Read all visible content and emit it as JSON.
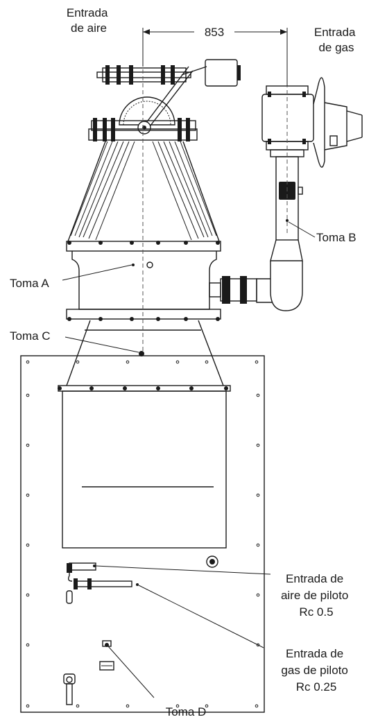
{
  "labels": {
    "air_inlet": [
      "Entrada",
      "de aire"
    ],
    "gas_inlet": [
      "Entrada",
      "de gas"
    ],
    "dimension": "853",
    "tap_a": "Toma A",
    "tap_b": "Toma B",
    "tap_c": "Toma C",
    "tap_d": "Toma D",
    "pilot_air": [
      "Entrada de",
      "aire de piloto",
      "Rc 0.5"
    ],
    "pilot_gas": [
      "Entrada de",
      "gas de piloto",
      "Rc 0.25"
    ]
  },
  "colors": {
    "line": "#1a1a1a",
    "centerline": "#555555",
    "background": "#ffffff"
  }
}
